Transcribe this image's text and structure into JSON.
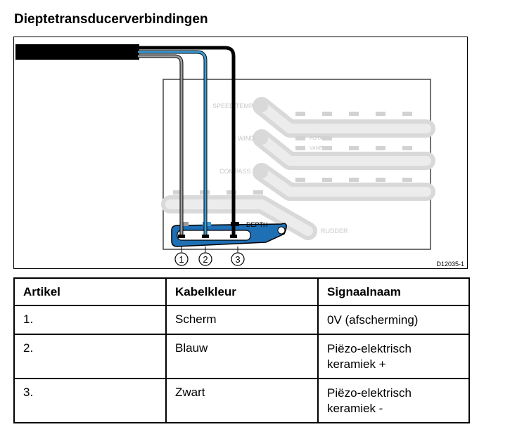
{
  "title": "Dieptetransducerverbindingen",
  "diagram": {
    "reference": "D12035-1",
    "board_labels": {
      "speed_temp": "SPEED/TEMP",
      "wind": "WIND",
      "rota": "ROTA",
      "vane": "VANE",
      "compass": "COMPASS",
      "depth": "DEPTH",
      "rudder": "RUDDER"
    },
    "wire_numbers": [
      "1",
      "2",
      "3"
    ],
    "colors": {
      "shield": "#9b9b9b",
      "blue": "#3a9bd5",
      "black": "#000000",
      "terminal_highlight": "#1f6fb5",
      "board_ghost": "#d9d9d9"
    }
  },
  "table": {
    "headers": [
      "Artikel",
      "Kabelkleur",
      "Signaalnaam"
    ],
    "rows": [
      [
        "1.",
        "Scherm",
        "0V (afscherming)"
      ],
      [
        "2.",
        "Blauw",
        "Piëzo-elektrisch\nkeramiek +"
      ],
      [
        "3.",
        "Zwart",
        "Piëzo-elektrisch\nkeramiek -"
      ]
    ]
  }
}
